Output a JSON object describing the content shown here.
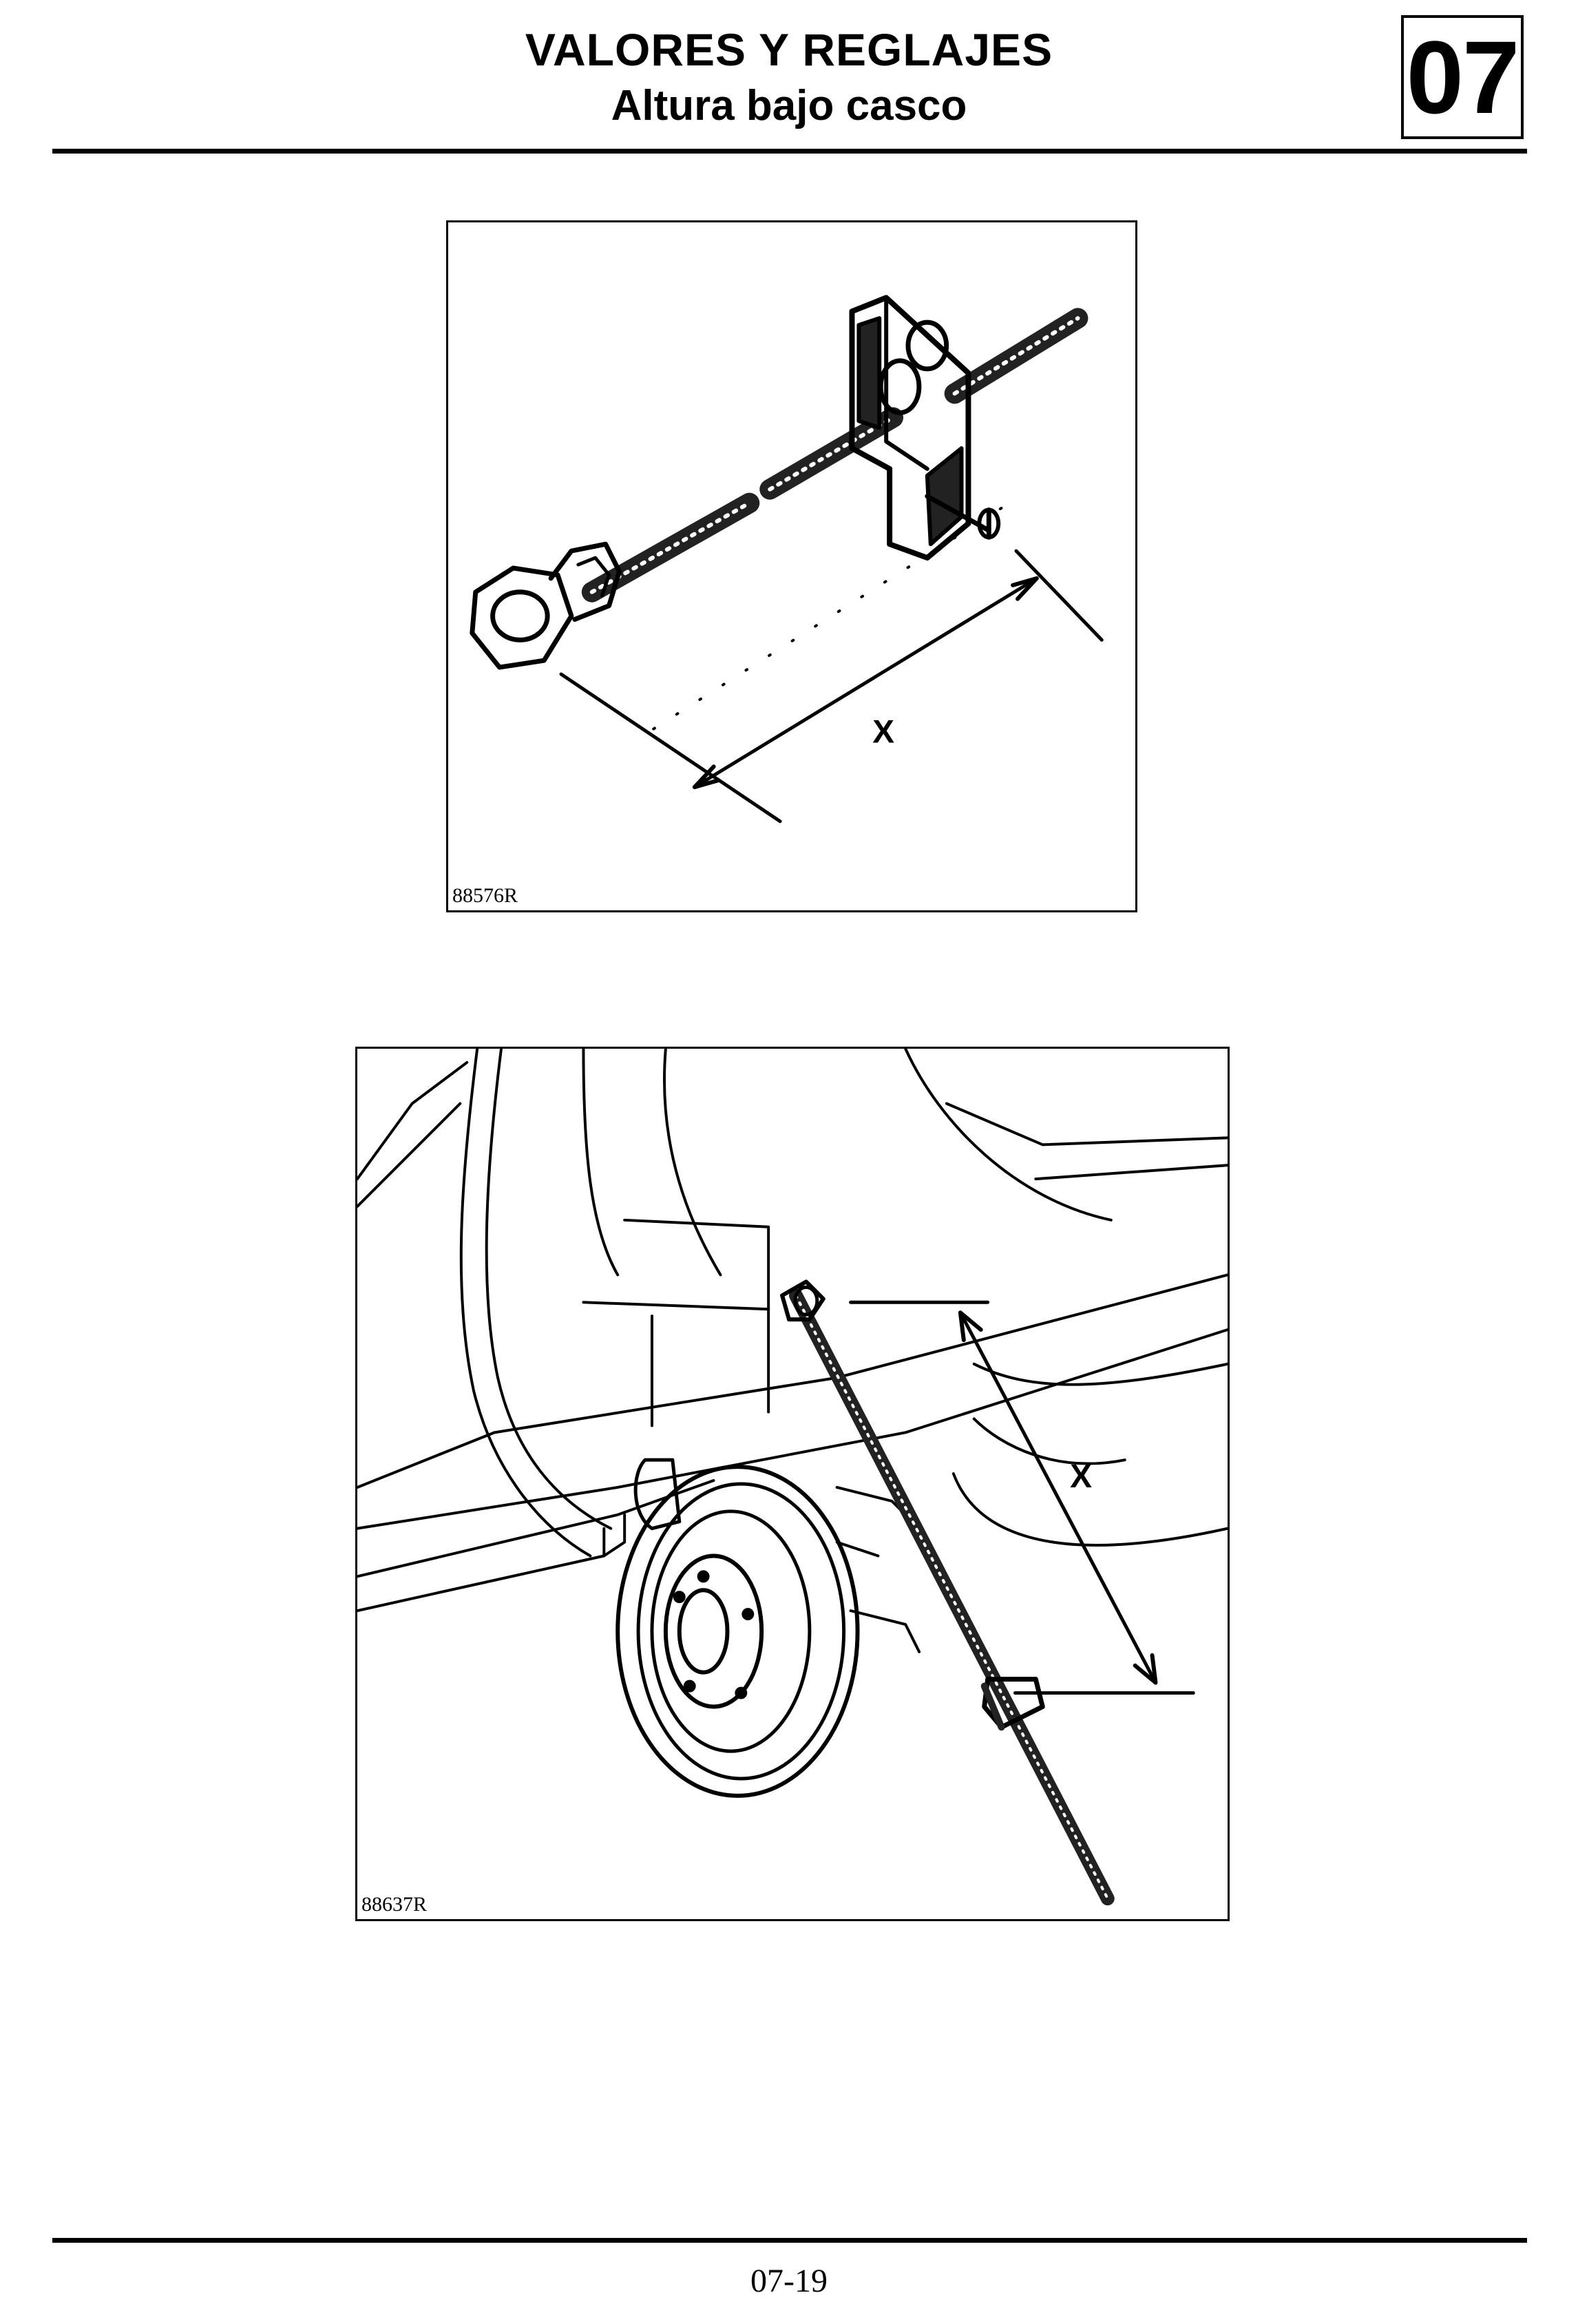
{
  "header": {
    "title": "VALORES Y REGLAJES",
    "subtitle": "Altura bajo casco",
    "chapter": "07"
  },
  "figures": [
    {
      "ref": "88576R",
      "dimension_label": "X"
    },
    {
      "ref": "88637R",
      "dimension_label": "X"
    }
  ],
  "footer": {
    "page_number": "07-19"
  }
}
